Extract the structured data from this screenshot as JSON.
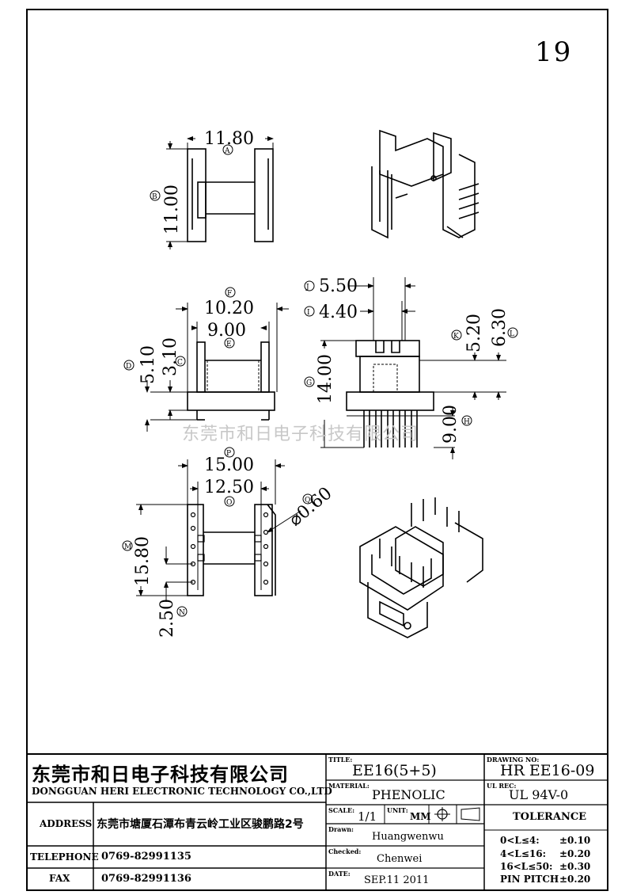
{
  "page_number": "19",
  "watermark": "东莞市和日电子科技有限公司",
  "dimensions": {
    "top_view": {
      "width": "11.80",
      "height": "11.00",
      "mark_a": "A",
      "mark_b": "B"
    },
    "side_view": {
      "outer": "10.20",
      "inner": "9.00",
      "h1": "5.10",
      "h2": "3.10",
      "mark_f": "F",
      "mark_e": "E",
      "mark_d": "D",
      "mark_c": "C"
    },
    "front_view": {
      "w1": "5.50",
      "w2": "4.40",
      "h_total": "14.00",
      "h_a": "5.20",
      "h_b": "6.30",
      "pin": "9.00",
      "mark_j": "J",
      "mark_i": "I",
      "mark_g": "G",
      "mark_k": "K",
      "mark_l": "L",
      "mark_h": "H"
    },
    "bottom_view": {
      "outer": "15.00",
      "inner": "12.50",
      "height": "15.80",
      "pitch": "2.50",
      "hole": "⌀0.60",
      "mark_p": "P",
      "mark_o": "O",
      "mark_m": "M",
      "mark_n": "N",
      "mark_q": "Q"
    }
  },
  "title_block": {
    "company_cn": "东莞市和日电子科技有限公司",
    "company_en": "DONGGUAN HERI ELECTRONIC TECHNOLOGY CO.,LTD",
    "address_label": "ADDRESS",
    "address_value": "东莞市塘厦石潭布青云岭工业区骏鹏路2号",
    "telephone_label": "TELEPHONE",
    "telephone_value": "0769-82991135",
    "fax_label": "FAX",
    "fax_value": "0769-82991136",
    "title_label": "TITLE:",
    "title_value": "EE16(5+5)",
    "material_label": "MATERIAL:",
    "material_value": "PHENOLIC",
    "scale_label": "SCALE:",
    "scale_value": "1/1",
    "unit_label": "UNIT:",
    "unit_value": "MM",
    "drawn_label": "Drawn:",
    "drawn_value": "Huangwenwu",
    "checked_label": "Checked:",
    "checked_value": "Chenwei",
    "date_label": "DATE:",
    "date_value": "SEP.11 2011",
    "drawing_no_label": "DRAWING NO:",
    "drawing_no_value": "HR EE16-09",
    "ul_label": "UL REC:",
    "ul_value": "UL  94V-0",
    "tolerance_title": "TOLERANCE",
    "tolerance_rows": [
      {
        "range": "0<L≤4:",
        "value": "±0.10"
      },
      {
        "range": "4<L≤16:",
        "value": "±0.20"
      },
      {
        "range": "16<L≤50:",
        "value": "±0.30"
      },
      {
        "range": "PIN PITCH",
        "value": "±0.20"
      }
    ]
  }
}
